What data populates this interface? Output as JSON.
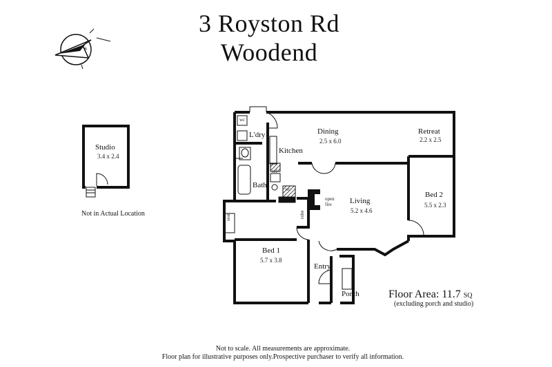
{
  "header": {
    "line1": "3 Royston Rd",
    "line2": "Woodend"
  },
  "rooms": {
    "studio": {
      "name": "Studio",
      "dims": "3.4 x 2.4"
    },
    "dining": {
      "name": "Dining",
      "dims": "2.5 x 6.0"
    },
    "retreat": {
      "name": "Retreat",
      "dims": "2.2 x 2.5"
    },
    "laundry": {
      "name": "L'dry"
    },
    "kitchen": {
      "name": "Kitchen"
    },
    "bath": {
      "name": "Bath"
    },
    "living": {
      "name": "Living",
      "dims": "5.2 x 4.6"
    },
    "bed1": {
      "name": "Bed 1",
      "dims": "5.7 x 3.8"
    },
    "bed2": {
      "name": "Bed 2",
      "dims": "5.5 x 2.3"
    },
    "entry": {
      "name": "Entry"
    },
    "porch": {
      "name": "Porch"
    }
  },
  "fixtures": {
    "seat": "seat",
    "robe": "robe",
    "open_fire_line1": "open",
    "open_fire_line2": "fire",
    "wc1": "wc",
    "wc2": "wc",
    "ref": "ref"
  },
  "studio_note": "Not in Actual Location",
  "floor_area": {
    "label": "Floor Area: 11.7",
    "unit": "SQ",
    "note": "(excluding porch and studio)"
  },
  "footer": {
    "line1": "Not to scale. All measurements are approximate.",
    "line2": "Floor plan for illustrative purposes only.Prospective purchaser to verify all information."
  },
  "colors": {
    "wall": "#111111",
    "background": "#ffffff"
  },
  "icons": {
    "compass": "north-compass-icon"
  }
}
